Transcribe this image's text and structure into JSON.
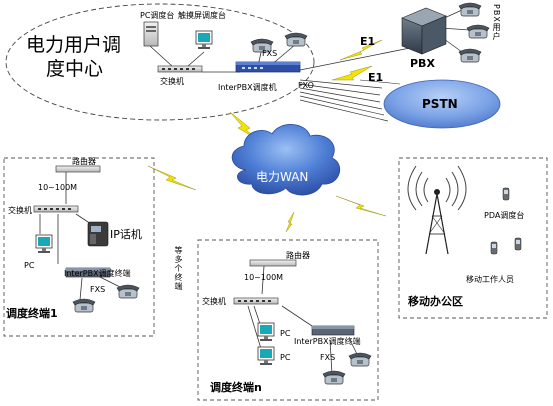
{
  "center": {
    "title_line1": "电力用户调",
    "title_line2": "度中心",
    "pc_console": "PC调度台",
    "touch_console": "触摸屏调度台",
    "switch": "交换机",
    "fxs": "FXS",
    "interpbx": "InterPBX调度机",
    "fxo": "FXO"
  },
  "links": {
    "e1_top": "E1",
    "e1_bottom": "E1"
  },
  "pbx": {
    "label": "PBX",
    "users": "PBX用户"
  },
  "pstn": {
    "label": "PSTN"
  },
  "wan": {
    "label": "电力WAN"
  },
  "terminal1": {
    "router": "路由器",
    "bandwidth": "10~100M",
    "switch": "交换机",
    "ip_phone": "IP话机",
    "pc": "PC",
    "interpbx": "InterPBX调度终端",
    "fxs": "FXS",
    "title": "调度终端1"
  },
  "more_terminals": "等多个终端",
  "terminaln": {
    "router": "路由器",
    "bandwidth": "10~100M",
    "switch": "交换机",
    "pc1": "PC",
    "pc2": "PC",
    "interpbx": "InterPBX调度终端",
    "fxs": "FXS",
    "title": "调度终端n"
  },
  "mobile": {
    "pda": "PDA调度台",
    "staff": "移动工作人员",
    "title": "移动办公区"
  },
  "colors": {
    "wan_blue": "#3d67c4",
    "pstn_blue": "#5b86d6",
    "lightning": "#f2e400"
  }
}
